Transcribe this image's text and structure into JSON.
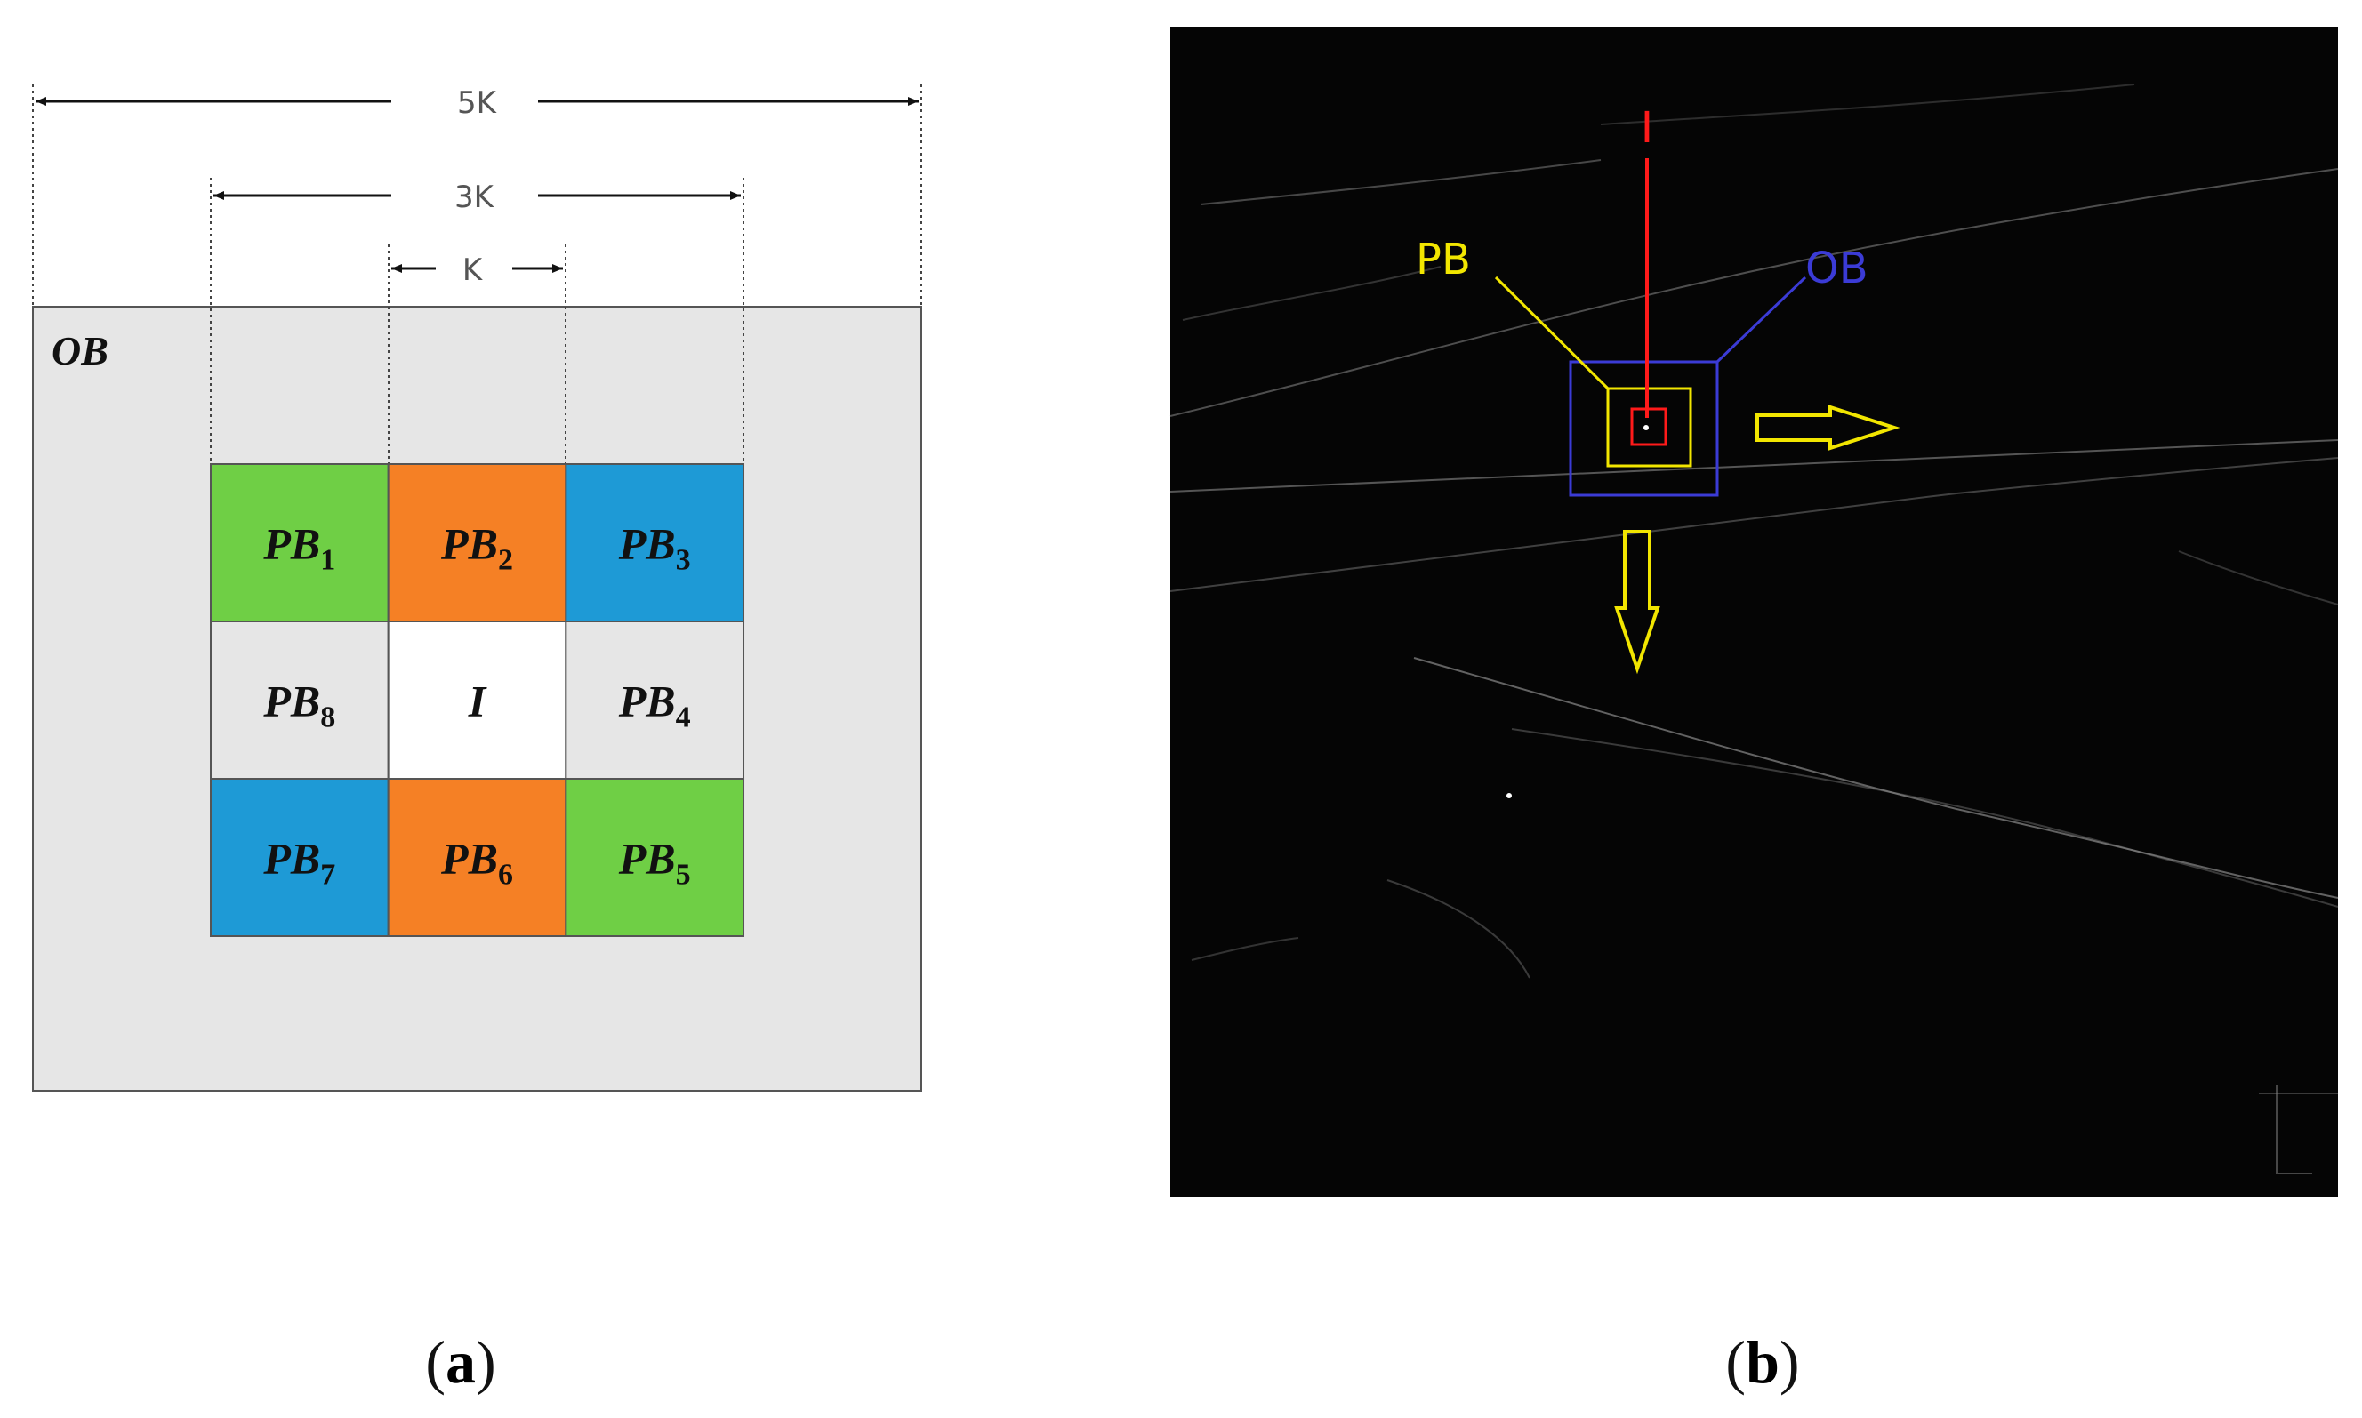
{
  "panel_a": {
    "dimensions": {
      "five_k": "5K",
      "three_k": "3K",
      "k": "K"
    },
    "outer_label": "OB",
    "center_label": "I",
    "pattern_blocks": [
      {
        "base": "PB",
        "sub": "1",
        "color": "#6fcf45"
      },
      {
        "base": "PB",
        "sub": "2",
        "color": "#f58025"
      },
      {
        "base": "PB",
        "sub": "3",
        "color": "#1e9ad6"
      },
      {
        "base": "PB",
        "sub": "8",
        "color": "#e6e6e6"
      },
      {
        "base": "PB",
        "sub": "4",
        "color": "#e6e6e6"
      },
      {
        "base": "PB",
        "sub": "7",
        "color": "#1e9ad6"
      },
      {
        "base": "PB",
        "sub": "6",
        "color": "#f58025"
      },
      {
        "base": "PB",
        "sub": "5",
        "color": "#6fcf45"
      }
    ],
    "center_color": "#ffffff",
    "background_color": "#e6e6e6"
  },
  "panel_b": {
    "labels": {
      "pixel": "I",
      "pattern_block": "PB",
      "outer_block": "OB"
    },
    "colors": {
      "pixel": "#ff1a1a",
      "pattern_block": "#f2e600",
      "outer_block": "#3b3bd6",
      "arrows": "#f2e600",
      "background": "#050505"
    },
    "arrow_icons": [
      "arrow-right-icon",
      "arrow-down-icon"
    ]
  },
  "captions": {
    "a": {
      "open": "(",
      "letter": "a",
      "close": ")"
    },
    "b": {
      "open": "(",
      "letter": "b",
      "close": ")"
    }
  }
}
